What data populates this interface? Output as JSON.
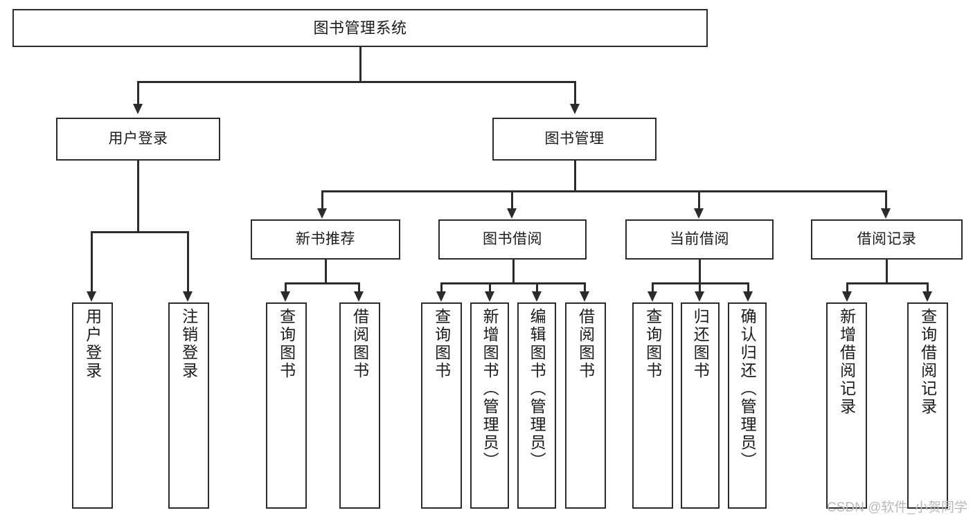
{
  "diagram": {
    "title": "图书管理系统",
    "type": "tree",
    "root": {
      "label": "图书管理系统"
    },
    "level2": [
      {
        "label": "用户登录"
      },
      {
        "label": "图书管理"
      }
    ],
    "level3": [
      {
        "label": "新书推荐"
      },
      {
        "label": "图书借阅"
      },
      {
        "label": "当前借阅"
      },
      {
        "label": "借阅记录"
      }
    ],
    "leaves": {
      "user_login": [
        {
          "label": "用户登录"
        },
        {
          "label": "注销登录"
        }
      ],
      "new_book_recommend": [
        {
          "label": "查询图书"
        },
        {
          "label": "借阅图书"
        }
      ],
      "book_borrow": [
        {
          "label": "查询图书"
        },
        {
          "label": "新增图书（管理员）"
        },
        {
          "label": "编辑图书（管理员）"
        },
        {
          "label": "借阅图书"
        }
      ],
      "current_borrow": [
        {
          "label": "查询图书"
        },
        {
          "label": "归还图书"
        },
        {
          "label": "确认归还（管理员）"
        }
      ],
      "borrow_record": [
        {
          "label": "新增借阅记录"
        },
        {
          "label": "查询借阅记录"
        }
      ]
    }
  },
  "watermark": {
    "text": "CSDN @软件_小贺同学"
  },
  "colors": {
    "stroke": "#2b2b2b",
    "fill": "#ffffff",
    "text": "#1b1b1b",
    "watermark": "#b9b9b9"
  }
}
